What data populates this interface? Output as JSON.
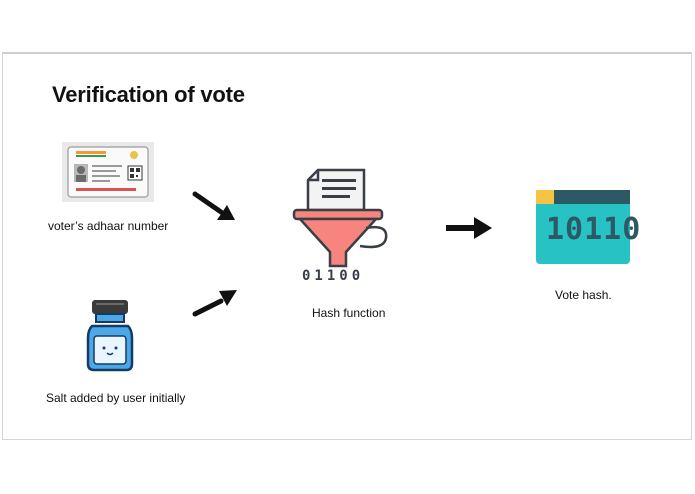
{
  "title": "Verification of vote",
  "inputs": {
    "aadhaar_label": "voter’s adhaar number",
    "salt_label": "Salt added by user initially"
  },
  "hash": {
    "label": "Hash function",
    "funnel_bits": "01100"
  },
  "output": {
    "label": "Vote hash.",
    "bits": "10110"
  },
  "colors": {
    "funnel": "#f7857d",
    "hash_teal": "#27c2c4",
    "hash_dark": "#2d5965",
    "hash_yellow": "#f6c445",
    "jar_blue": "#4aa8e8"
  }
}
